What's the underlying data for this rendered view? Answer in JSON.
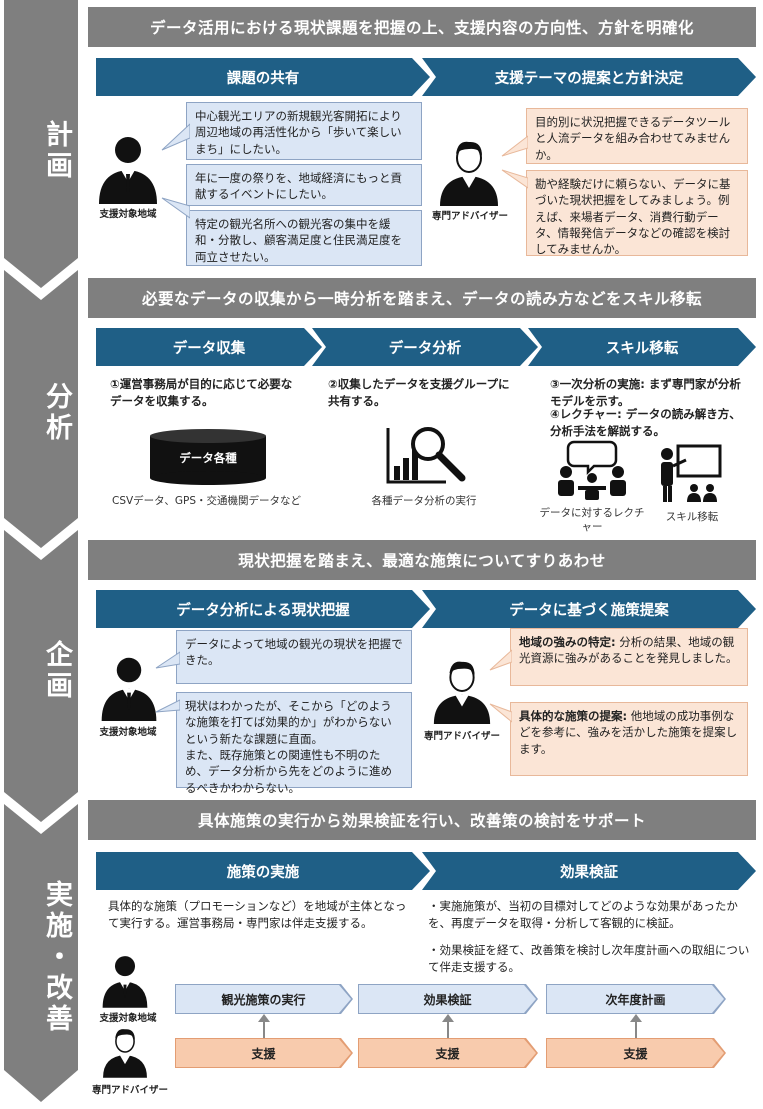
{
  "stages": {
    "plan": "計画",
    "analysis": "分析",
    "planning": "企画",
    "implement": "実施・改善"
  },
  "plan": {
    "header": "データ活用における現状課題を把握の上、支援内容の方向性、方針を明確化",
    "arrow1": "課題の共有",
    "arrow2": "支援テーマの提案と方針決定",
    "left_bubbles": [
      "中心観光エリアの新規観光客開拓により周辺地域の再活性化から「歩いて楽しいまち」にしたい。",
      "年に一度の祭りを、地域経済にもっと貢献するイベントにしたい。",
      "特定の観光名所への観光客の集中を緩和・分散し、顧客満足度と住民満足度を両立させたい。"
    ],
    "right_bubbles": [
      "目的別に状況把握できるデータツールと人流データを組み合わせてみませんか。",
      "勘や経験だけに頼らない、データに基づいた現状把握をしてみましょう。例えば、来場者データ、消費行動データ、情報発信データなどの確認を検討してみませんか。"
    ],
    "person_left": "支援対象地域",
    "person_right": "専門アドバイザー"
  },
  "analysis": {
    "header": "必要なデータの収集から一時分析を踏まえ、データの読み方などをスキル移転",
    "arrow1": "データ収集",
    "arrow2": "データ分析",
    "arrow3": "スキル移転",
    "text1": "①運営事務局が目的に応じて必要なデータを収集する。",
    "text2": "②収集したデータを支援グループに共有する。",
    "text3a": "③一次分析の実施: まず専門家が分析モデルを示す。",
    "text3b": "④レクチャー: データの読み解き方、分析手法を解説する。",
    "db_label": "データ各種",
    "caption1": "CSVデータ、GPS・交通機関データなど",
    "caption2": "各種データ分析の実行",
    "caption3": "データに対するレクチャー",
    "caption4": "スキル移転"
  },
  "planning": {
    "header": "現状把握を踏まえ、最適な施策についてすりあわせ",
    "arrow1": "データ分析による現状把握",
    "arrow2": "データに基づく施策提案",
    "left_bubble1": "データによって地域の観光の現状を把握できた。",
    "left_bubble2": "現状はわかったが、そこから「どのような施策を打てば効果的か」がわからないという新たな課題に直面。\nまた、既存施策との関連性も不明のため、データ分析から先をどのように進めるべきかわからない。",
    "right1_title": "地域の強みの特定:",
    "right1_body": "分析の結果、地域の観光資源に強みがあることを発見しました。",
    "right2_title": "具体的な施策の提案:",
    "right2_body": "他地域の成功事例などを参考に、強みを活かした施策を提案します。",
    "person_left": "支援対象地域",
    "person_right": "専門アドバイザー"
  },
  "implement": {
    "header": "具体施策の実行から効果検証を行い、改善策の検討をサポート",
    "arrow1": "施策の実施",
    "arrow2": "効果検証",
    "text_left": "具体的な施策（プロモーションなど）を地域が主体となって実行する。運営事務局・専門家は伴走支援する。",
    "text_right1": "・実施施策が、当初の目標対してどのような効果があったかを、再度データを取得・分析して客観的に検証。",
    "text_right2": "・効果検証を経て、改善策を検討し次年度計画への取組について伴走支援する。",
    "flow": [
      "観光施策の実行",
      "効果検証",
      "次年度計画"
    ],
    "support": [
      "支援",
      "支援",
      "支援"
    ],
    "person_left": "支援対象地域",
    "person_right": "専門アドバイザー"
  },
  "colors": {
    "stage_gray": "#7f7f7f",
    "arrow_blue": "#1f5f86",
    "bubble_blue": "#dbe6f5",
    "bubble_orange": "#fbe5d6"
  }
}
